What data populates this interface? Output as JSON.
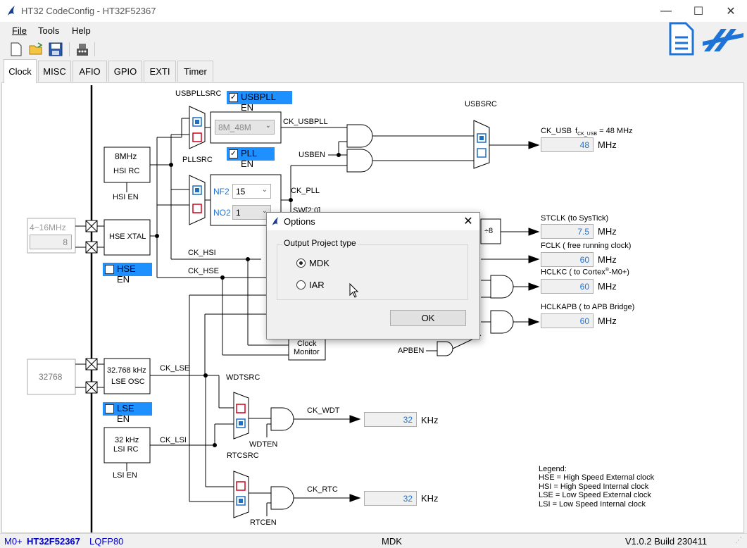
{
  "window": {
    "title": "HT32 CodeConfig - HT32F52367",
    "minimize": "—",
    "maximize": "☐",
    "close": "✕"
  },
  "menu": {
    "file": "File",
    "tools": "Tools",
    "help": "Help"
  },
  "toolbar": {
    "icons": [
      "new-file-icon",
      "open-folder-icon",
      "save-icon",
      "generate-code-icon"
    ]
  },
  "tabs": [
    "Clock",
    "MISC",
    "AFIO",
    "GPIO",
    "EXTI",
    "Timer"
  ],
  "active_tab": "Clock",
  "clock": {
    "hse_range": "4~16MHz",
    "hse_value": "8",
    "hse_xtal": "HSE XTAL",
    "hse_en": "HSE EN",
    "hsi_freq": "8MHz",
    "hsi_rc": "HSI  RC",
    "hsi_en": "HSI EN",
    "lse_freq_value": "32768",
    "lse_osc_1": "32.768 kHz",
    "lse_osc_2": "LSE OSC",
    "lse_en": "LSE EN",
    "lsi_1": "32 kHz",
    "lsi_2": "LSI  RC",
    "lsi_en": "LSI  EN",
    "usbpllsrc": "USBPLLSRC",
    "usbpll_en": "USBPLL EN",
    "usbpll_select": "8M_48M",
    "ck_usbpll": "CK_USBPLL",
    "pllsrc": "PLLSRC",
    "pll_en": "PLL EN",
    "nf2_label": "NF2",
    "nf2_value": "15",
    "no2_label": "NO2",
    "no2_value": "1",
    "ck_pll": "CK_PLL",
    "sw": "SW[2:0]",
    "usben": "USBEN",
    "usbsrc": "USBSRC",
    "ck_usb": "CK_USB",
    "ck_usb_formula": "f",
    "ck_usb_sub": "CK_USB",
    "ck_usb_formula_tail": " = 48 MHz",
    "ck_usb_value": "48",
    "div8": "÷8",
    "stclk": "STCLK  (to SysTick)",
    "stclk_value": "7.5",
    "fclk": "FCLK  ( free running clock)",
    "fclk_value": "60",
    "hclkc_pre": "HCLKC ( to Cortex",
    "hclkc_sup": "®",
    "hclkc_post": "-M0+)",
    "hclkc_value": "60",
    "hclkapb": "HCLKAPB  ( to APB Bridge)",
    "hclkapb_value": "60",
    "apben": "APBEN",
    "clock_monitor_1": "Clock",
    "clock_monitor_2": "Monitor",
    "ck_hsi": "CK_HSI",
    "ck_hse": "CK_HSE",
    "ck_lse": "CK_LSE",
    "ck_lsi": "CK_LSI",
    "wdtsrc": "WDTSRC",
    "ck_wdt": "CK_WDT",
    "wdt_value": "32",
    "wdten": "WDTEN",
    "rtcsrc": "RTCSRC",
    "ck_rtc": "CK_RTC",
    "rtc_value": "32",
    "rtcen": "RTCEN",
    "unit_mhz": "MHz",
    "unit_khz": "KHz",
    "legend_title": "Legend:",
    "legend": [
      "HSE = High Speed External clock",
      "HSI = High Speed Internal clock",
      "LSE = Low Speed External clock",
      "LSI = Low Speed Internal clock"
    ]
  },
  "dialog": {
    "title": "Options",
    "close": "✕",
    "group": "Output Project type",
    "option_mdk": "MDK",
    "option_iar": "IAR",
    "selected": "MDK",
    "ok": "OK"
  },
  "status": {
    "core": "M0+",
    "chip": "HT32F52367",
    "package": "LQFP80",
    "project": "MDK",
    "version": "V1.0.2 Build 230411"
  },
  "colors": {
    "accent": "#1e90ff",
    "value_text": "#1e73d6",
    "chip_text": "#0000cc",
    "mux_red": "#d0021b",
    "mux_blue": "#1e6fc0"
  }
}
